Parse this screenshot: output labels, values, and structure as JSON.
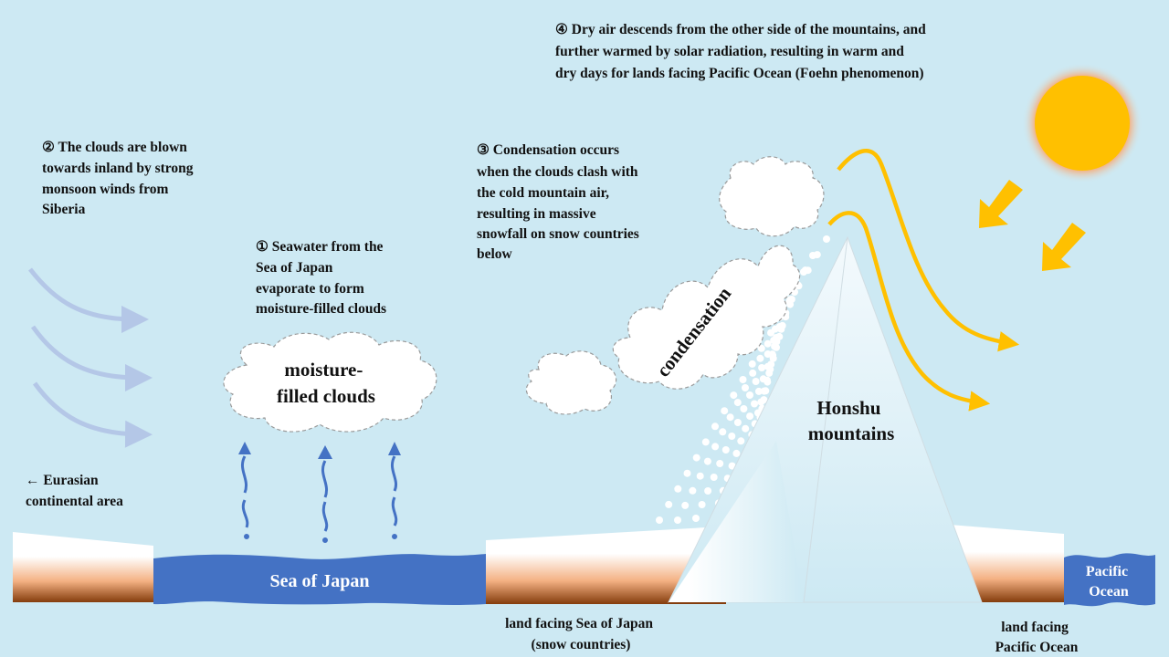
{
  "colors": {
    "background": "#cde9f3",
    "sea": "#4472c4",
    "sun": "#ffc000",
    "wind": "#b4c7e7"
  },
  "steps": {
    "step1": [
      "① Seawater from the",
      "Sea of Japan",
      "evaporate to form",
      "moisture-filled clouds"
    ],
    "step2": [
      "② The clouds are blown",
      "towards inland by strong",
      "monsoon winds from",
      "Siberia"
    ],
    "step3": [
      "③ Condensation occurs",
      "when the clouds clash with",
      "the cold mountain air,",
      "resulting in massive",
      "snowfall on snow countries",
      "below"
    ],
    "step4": [
      "④ Dry air descends from the other side of the mountains, and",
      "further warmed by solar radiation, resulting in warm and",
      "dry days for lands facing Pacific Ocean (Foehn phenomenon)"
    ]
  },
  "labels": {
    "eurasia": [
      "← Eurasian",
      "continental area"
    ],
    "sea_of_japan": "Sea of Japan",
    "pacific": [
      "Pacific",
      "Ocean"
    ],
    "land_japan_side": [
      "land facing Sea of Japan",
      "(snow countries)"
    ],
    "land_pacific_side": [
      "land facing",
      "Pacific Ocean"
    ],
    "mountains": [
      "Honshu",
      "mountains"
    ],
    "cloud_moisture": [
      "moisture-",
      "filled clouds"
    ],
    "cloud_condensation": "condensation"
  }
}
